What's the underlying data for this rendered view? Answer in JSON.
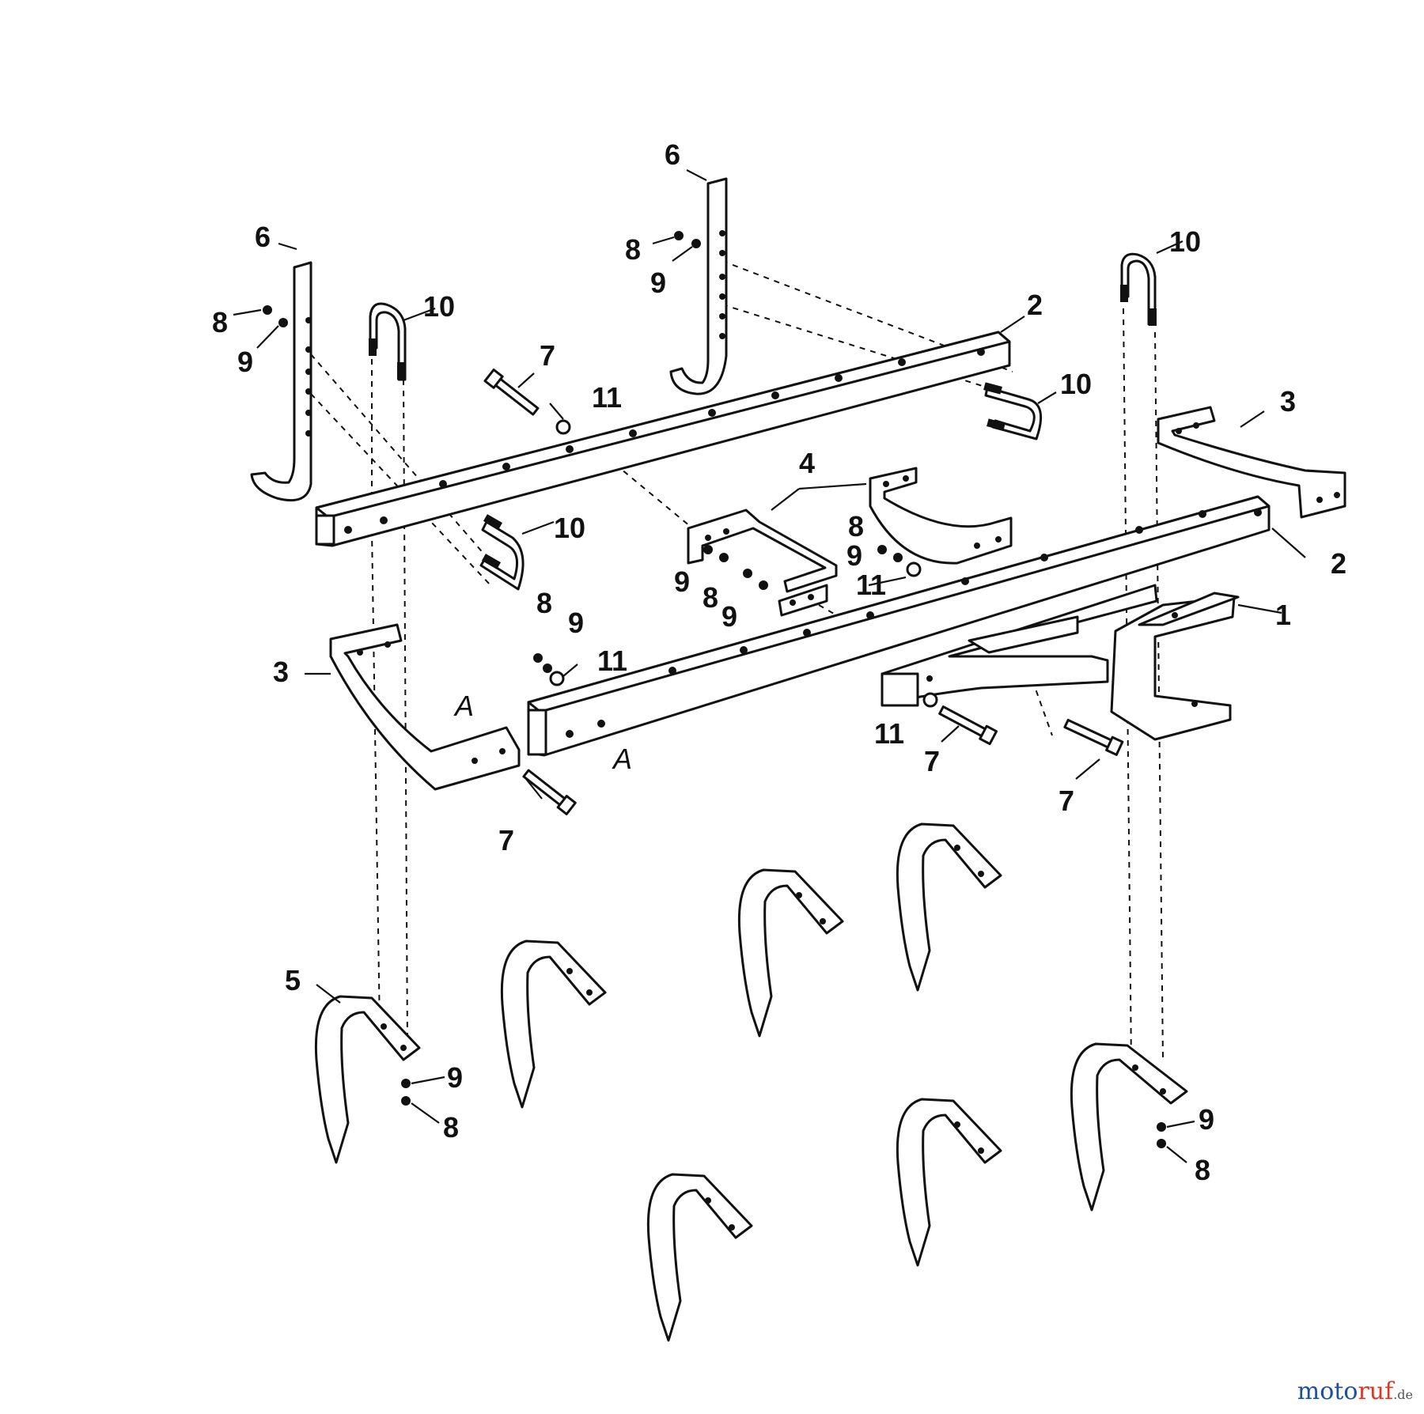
{
  "diagram": {
    "labels": [
      {
        "id": "c1",
        "text": "1"
      },
      {
        "id": "c2a",
        "text": "2"
      },
      {
        "id": "c2b",
        "text": "2"
      },
      {
        "id": "c3a",
        "text": "3"
      },
      {
        "id": "c3b",
        "text": "3"
      },
      {
        "id": "c4",
        "text": "4"
      },
      {
        "id": "c5",
        "text": "5"
      },
      {
        "id": "c6a",
        "text": "6"
      },
      {
        "id": "c6b",
        "text": "6"
      },
      {
        "id": "c7a",
        "text": "7"
      },
      {
        "id": "c7b",
        "text": "7"
      },
      {
        "id": "c7c",
        "text": "7"
      },
      {
        "id": "c7d",
        "text": "7"
      },
      {
        "id": "c8a",
        "text": "8"
      },
      {
        "id": "c8b",
        "text": "8"
      },
      {
        "id": "c8c",
        "text": "8"
      },
      {
        "id": "c8d",
        "text": "8"
      },
      {
        "id": "c8e",
        "text": "8"
      },
      {
        "id": "c8f",
        "text": "8"
      },
      {
        "id": "c8g",
        "text": "8"
      },
      {
        "id": "c9a",
        "text": "9"
      },
      {
        "id": "c9b",
        "text": "9"
      },
      {
        "id": "c9c",
        "text": "9"
      },
      {
        "id": "c9d",
        "text": "9"
      },
      {
        "id": "c9e",
        "text": "9"
      },
      {
        "id": "c9f",
        "text": "9"
      },
      {
        "id": "c9g",
        "text": "9"
      },
      {
        "id": "c9h",
        "text": "9"
      },
      {
        "id": "c10a",
        "text": "10"
      },
      {
        "id": "c10b",
        "text": "10"
      },
      {
        "id": "c10c",
        "text": "10"
      },
      {
        "id": "c10d",
        "text": "10"
      },
      {
        "id": "c11a",
        "text": "11"
      },
      {
        "id": "c11b",
        "text": "11"
      },
      {
        "id": "c11c",
        "text": "11"
      },
      {
        "id": "c11d",
        "text": "11"
      },
      {
        "id": "cA1",
        "text": "A"
      },
      {
        "id": "cA2",
        "text": "A"
      }
    ],
    "watermark": {
      "part1": "moto",
      "part2": "ruf",
      "suffix": ".de"
    }
  }
}
